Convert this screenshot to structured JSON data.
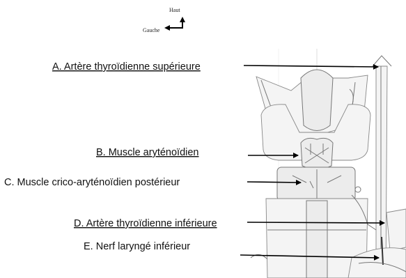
{
  "compass": {
    "up": "Haut",
    "left": "Gauche"
  },
  "labels": [
    {
      "id": "A",
      "text": "A. Artère thyroïdienne supérieure",
      "underlined": true
    },
    {
      "id": "B",
      "text": "B. Muscle aryténoïdien",
      "underlined": true
    },
    {
      "id": "C",
      "text": "C. Muscle crico-aryténoïdien postérieur",
      "underlined": false
    },
    {
      "id": "D",
      "text": "D. Artère thyroïdienne inférieure",
      "underlined": true
    },
    {
      "id": "E",
      "text": "E. Nerf laryngé inférieur",
      "underlined": false
    }
  ],
  "colors": {
    "text": "#111111",
    "arrow": "#000000",
    "structure_stroke": "#777777",
    "structure_fill": "#ececec"
  }
}
